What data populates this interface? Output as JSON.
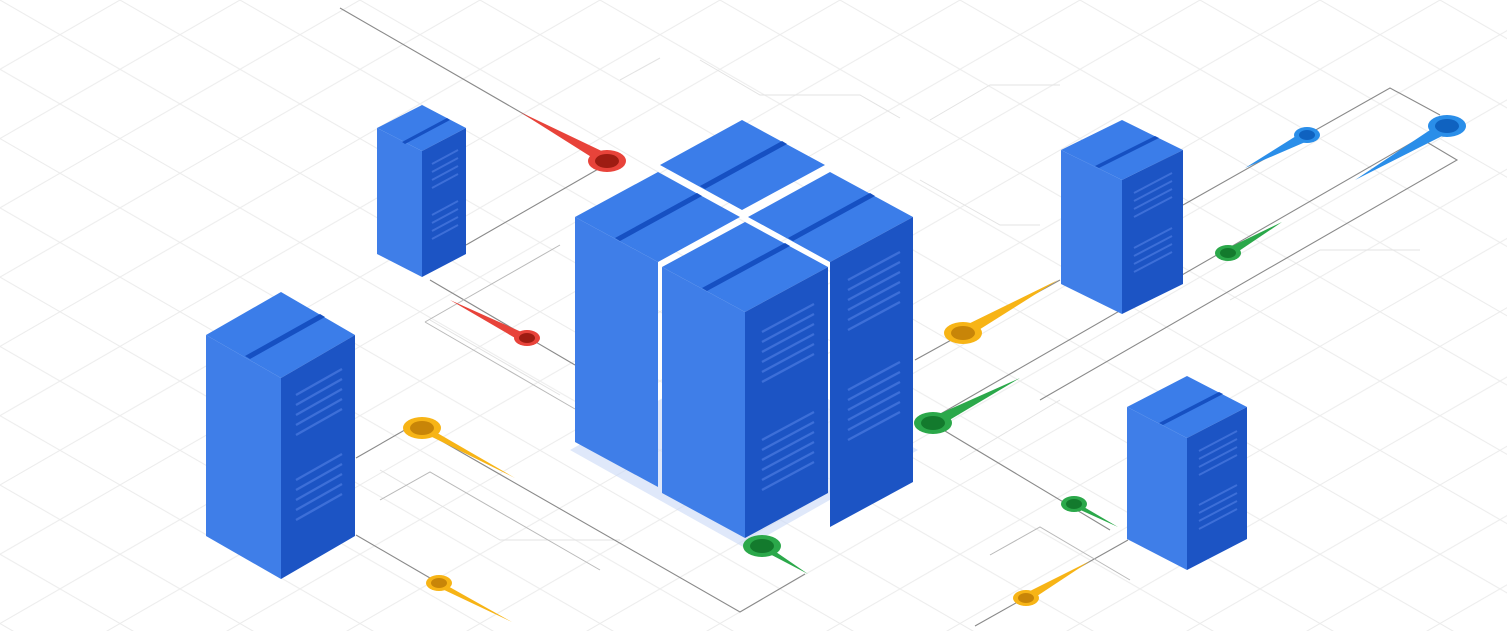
{
  "scene": {
    "subject": "isometric-server-network-illustration",
    "colors": {
      "background": "#ffffff",
      "grid": "#ececec",
      "connector": "#8a8a8a",
      "server_top": "#3b7de9",
      "server_left": "#3f7ee8",
      "server_right": "#1c54c4",
      "server_accent": "#1650c2",
      "server_vent": "#3d6fd8",
      "server_shadow": "#c9d8f6",
      "pin_red": "#e8433a",
      "pin_red_core": "#9e1c12",
      "pin_yellow": "#f7b416",
      "pin_yellow_core": "#c88508",
      "pin_green": "#2ba84a",
      "pin_green_core": "#137a2d",
      "pin_blue": "#2a8ee9",
      "pin_blue_core": "#0f62c0"
    },
    "servers": [
      {
        "id": "server-top-left",
        "role": "standalone-server"
      },
      {
        "id": "server-left",
        "role": "standalone-server"
      },
      {
        "id": "server-right-top",
        "role": "standalone-server"
      },
      {
        "id": "server-right-bottom",
        "role": "standalone-server"
      },
      {
        "id": "server-cluster",
        "role": "central-server-cluster",
        "units": 4
      }
    ],
    "pins": [
      {
        "id": "pin-red-upper",
        "color": "red"
      },
      {
        "id": "pin-red-lower",
        "color": "red"
      },
      {
        "id": "pin-yellow-left",
        "color": "yellow"
      },
      {
        "id": "pin-yellow-bottom-left",
        "color": "yellow"
      },
      {
        "id": "pin-yellow-center-right",
        "color": "yellow"
      },
      {
        "id": "pin-yellow-bottom-right",
        "color": "yellow"
      },
      {
        "id": "pin-green-center",
        "color": "green"
      },
      {
        "id": "pin-green-bottom",
        "color": "green"
      },
      {
        "id": "pin-green-right",
        "color": "green"
      },
      {
        "id": "pin-green-far-right",
        "color": "green"
      },
      {
        "id": "pin-blue-small",
        "color": "blue"
      },
      {
        "id": "pin-blue-large",
        "color": "blue"
      }
    ]
  }
}
